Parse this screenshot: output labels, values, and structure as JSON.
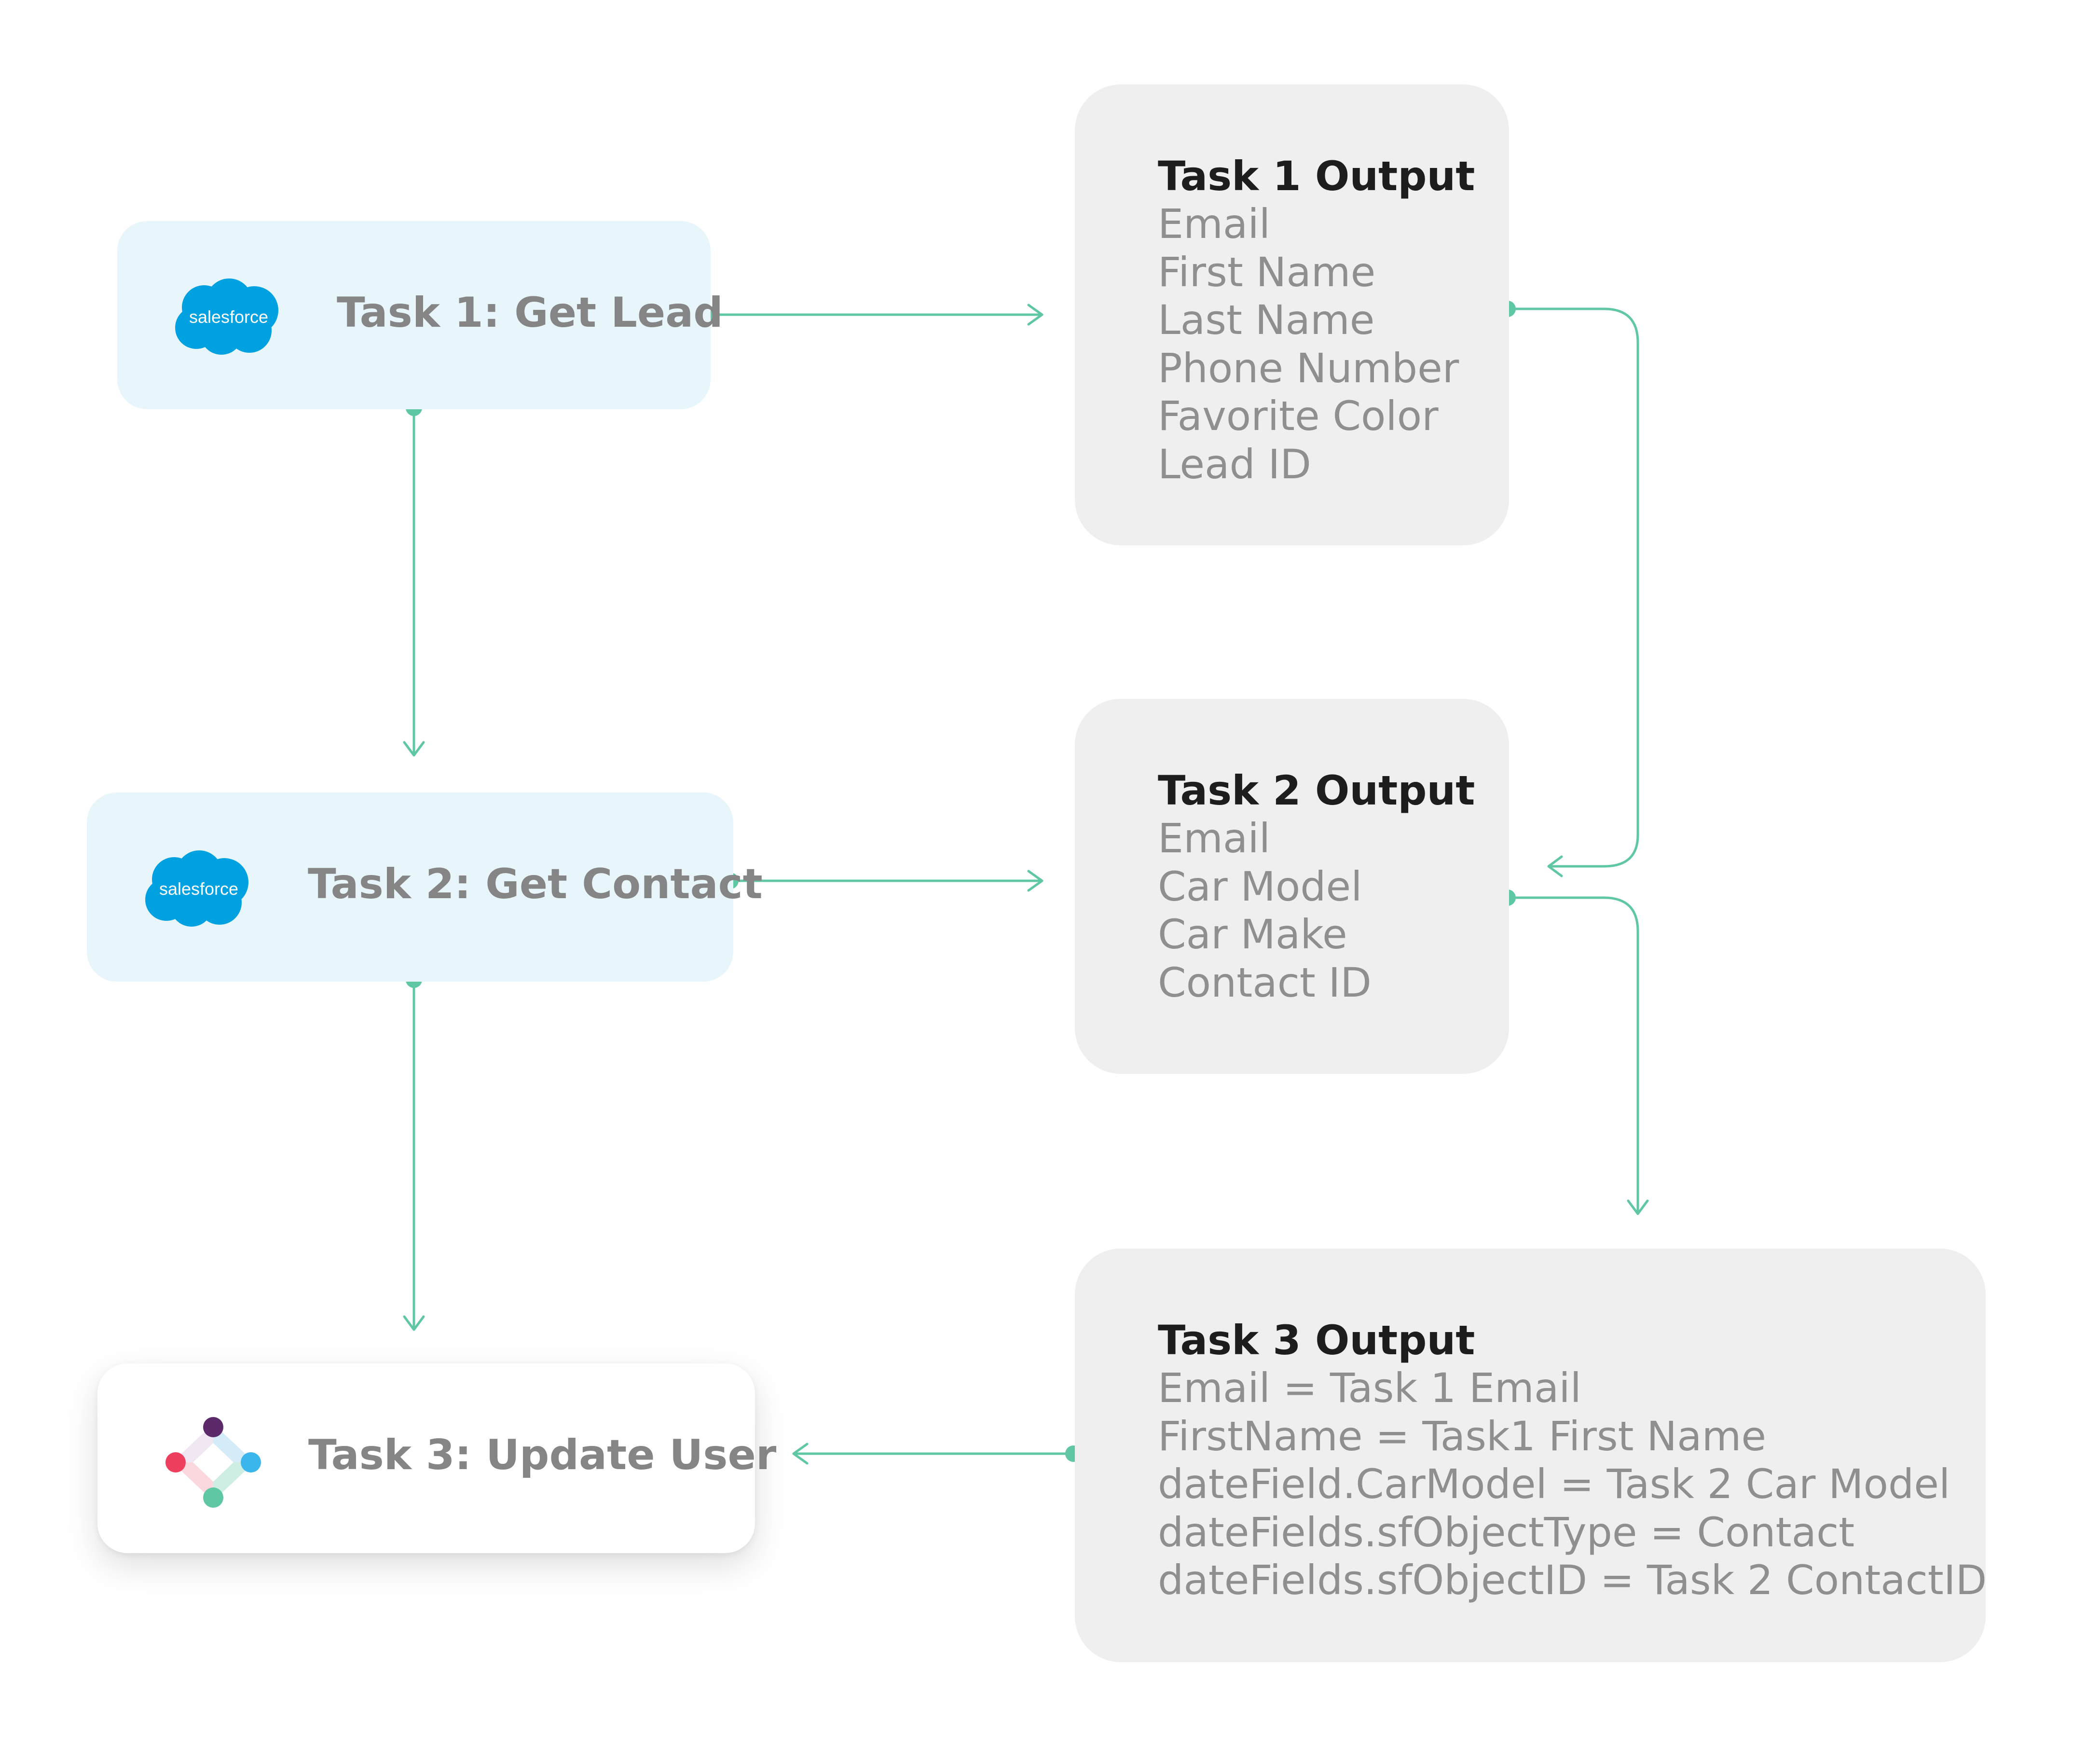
{
  "tasks": [
    {
      "label": "Task 1: Get Lead",
      "logo": "salesforce-logo",
      "logo_text": "salesforce"
    },
    {
      "label": "Task 2: Get Contact",
      "logo": "salesforce-logo",
      "logo_text": "salesforce"
    },
    {
      "label": "Task 3: Update User",
      "logo": "app-logo"
    }
  ],
  "outputs": [
    {
      "title": "Task 1 Output",
      "fields": [
        "Email",
        "First Name",
        "Last Name",
        "Phone Number",
        "Favorite Color",
        "Lead ID"
      ]
    },
    {
      "title": "Task 2 Output",
      "fields": [
        "Email",
        "Car Model",
        "Car Make",
        "Contact ID"
      ]
    },
    {
      "title": "Task 3 Output",
      "fields": [
        "Email = Task 1 Email",
        "FirstName = Task1 First Name",
        "dateField.CarModel = Task 2 Car Model",
        "dateFields.sfObjectType = Contact",
        "dateFields.sfObjectID = Task 2 ContactID"
      ]
    }
  ],
  "colors": {
    "connector": "#5fc7a4",
    "salesforce_blue": "#00a1e0",
    "task_bg": "#e8f6fc",
    "output_bg": "#efefef"
  }
}
